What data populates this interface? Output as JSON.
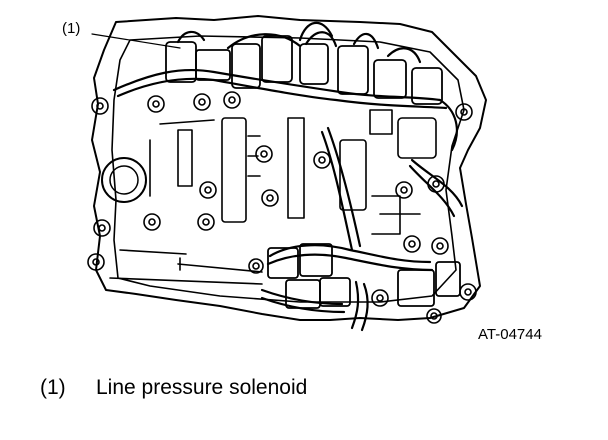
{
  "diagram": {
    "callout": "(1)",
    "figure_id": "AT-04744"
  },
  "legend": {
    "items": [
      {
        "number": "(1)",
        "text": "Line pressure solenoid"
      }
    ]
  }
}
